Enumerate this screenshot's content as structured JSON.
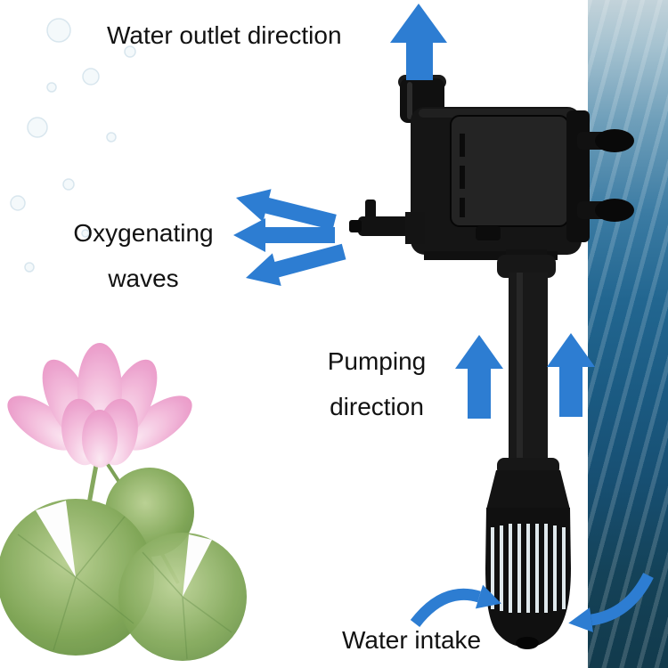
{
  "labels": {
    "water_outlet": "Water outlet direction",
    "oxygenating_line1": "Oxygenating",
    "oxygenating_line2": "waves",
    "pumping_line1": "Pumping",
    "pumping_line2": "direction",
    "water_intake": "Water intake"
  },
  "colors": {
    "arrow_blue": "#2d7dd2",
    "pump_black": "#121212",
    "label_text": "#121212",
    "background": "#ffffff",
    "water_deep_blue": "#1d5d86",
    "lotus_pink": "#f2b7d8",
    "leaf_green": "#7fa457"
  },
  "icons": {
    "outlet_arrow": "up-arrow-icon",
    "oxygenating_arrows": "left-arrow-icon",
    "pumping_arrows": "up-arrow-icon",
    "intake_arrows": "curved-arrow-icon"
  }
}
